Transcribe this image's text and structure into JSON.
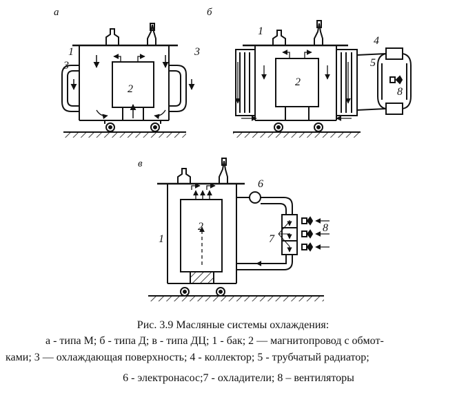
{
  "figure": {
    "panel_labels": [
      "а",
      "б",
      "в"
    ],
    "numbers": {
      "a": [
        "1",
        "2",
        "3",
        "3"
      ],
      "b": [
        "1",
        "2",
        "4",
        "5",
        "8"
      ],
      "v": [
        "1",
        "2",
        "6",
        "7",
        "8"
      ]
    }
  },
  "caption": {
    "line1": "Рис. 3.9 Масляные системы охлаждения:",
    "line2": "а - типа М; б - типа Д; в - типа ДЦ; 1 - бак; 2 — магнитопровод с обмот-",
    "line3": "ками; 3 — охлаждающая поверхность; 4 - коллектор; 5 - трубчатый радиатор;",
    "line4": "6 - электронасос;7 - охладители; 8 – вентиляторы"
  }
}
